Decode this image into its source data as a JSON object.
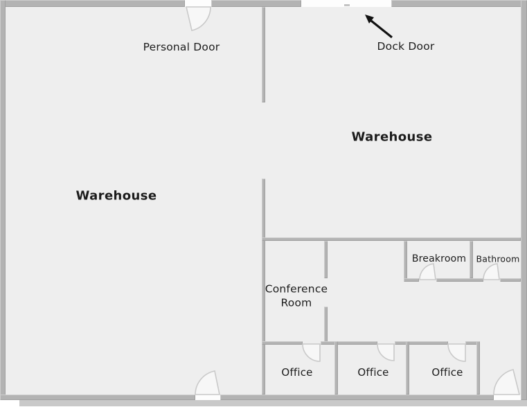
{
  "colors": {
    "outside": "#ffffff",
    "floor": "#eeeeee",
    "wall": "#b3b3b3",
    "door_arc": "#c9c9c9",
    "text": "#1c1c1c",
    "arrow": "#111111"
  },
  "labels": {
    "warehouse_left": "Warehouse",
    "warehouse_right": "Warehouse",
    "personal_door": "Personal Door",
    "dock_door": "Dock Door",
    "conference_room": "Conference Room",
    "breakroom": "Breakroom",
    "bathroom": "Bathroom",
    "office_left": "Office",
    "office_center": "Office",
    "office_right": "Office"
  }
}
